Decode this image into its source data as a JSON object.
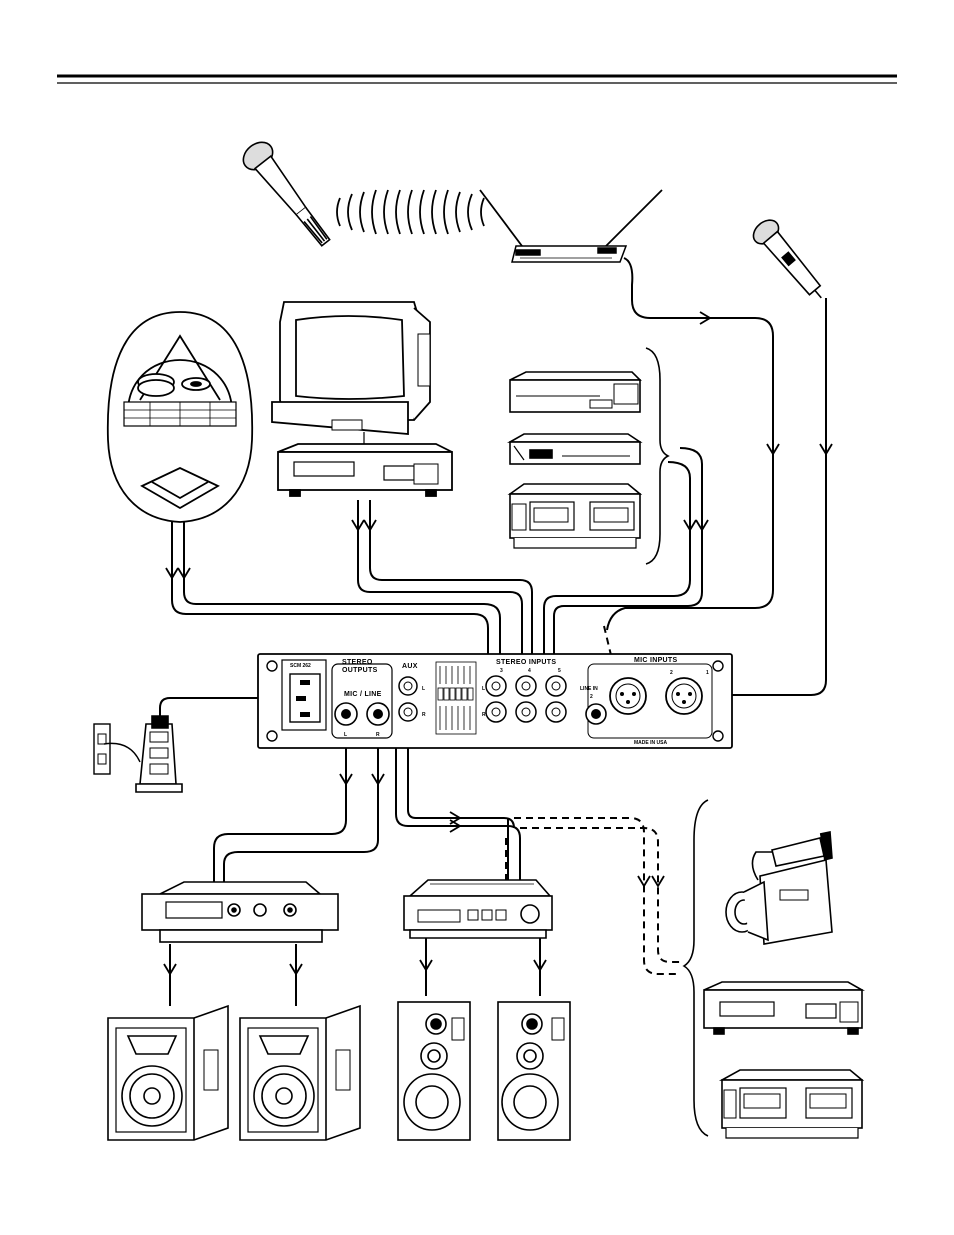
{
  "panel": {
    "model": "SCM 262",
    "stereo_outputs": "STEREO",
    "stereo_outputs_2": "OUTPUTS",
    "mic_line": "MIC / LINE",
    "aux": "AUX",
    "stereo_inputs": "STEREO INPUTS",
    "mic_inputs": "MIC INPUTS",
    "line_in": "LINE IN",
    "made_in": "MADE IN USA",
    "ch_l": "L",
    "ch_r": "R",
    "out_l": "L",
    "out_r": "R",
    "in_3": "3",
    "in_4": "4",
    "in_5": "5",
    "mic_1": "1",
    "mic_2": "2",
    "line_2": "2"
  },
  "colors": {
    "ink": "#000000",
    "paper": "#ffffff"
  }
}
